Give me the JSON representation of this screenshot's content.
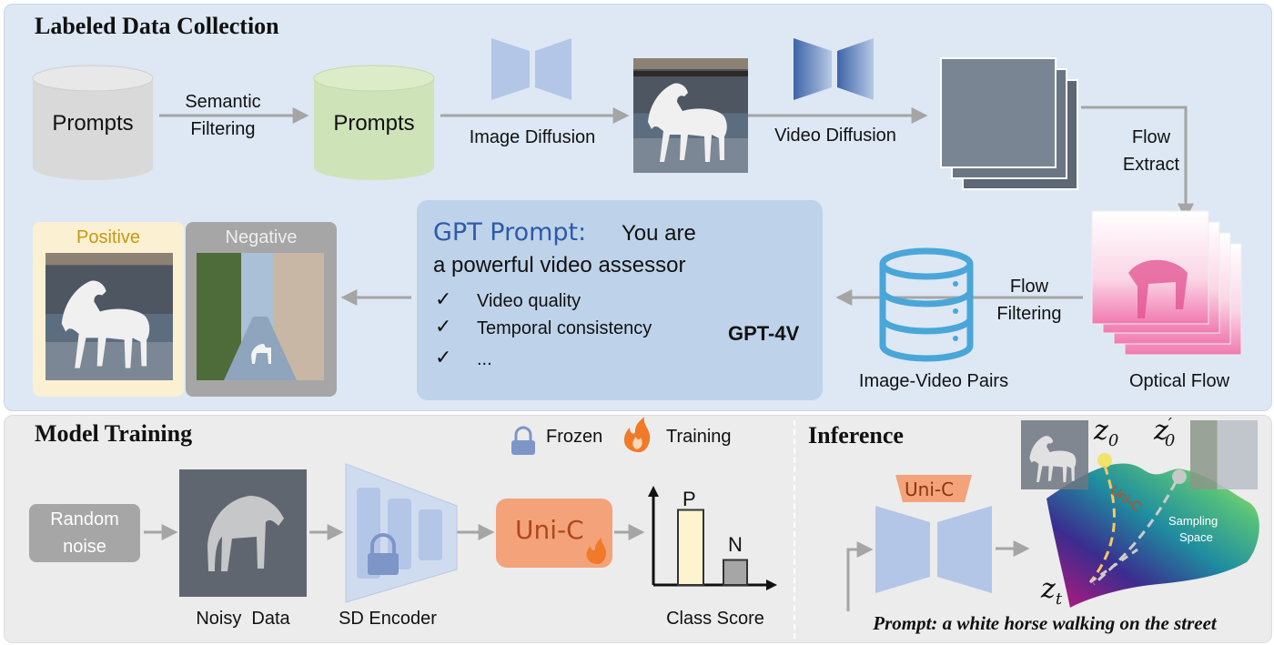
{
  "sections": {
    "labeled_title": "Labeled Data Collection",
    "training_title": "Model Training",
    "inference_title": "Inference"
  },
  "pipeline": {
    "prompts_left": "Prompts",
    "semantic_filtering": [
      "Semantic",
      "Filtering"
    ],
    "prompts_right": "Prompts",
    "image_diffusion": "Image Diffusion",
    "video_diffusion": "Video Diffusion",
    "flow_extract": [
      "Flow",
      "Extract"
    ],
    "optical_flow": "Optical Flow",
    "flow_filtering": [
      "Flow",
      "Filtering"
    ],
    "image_video_pairs": "Image-Video Pairs",
    "positive": "Positive",
    "negative": "Negative"
  },
  "gpt_box": {
    "prompt_title": "GPT Prompt:",
    "prompt_line1": "You are",
    "prompt_line2": "a powerful video assessor",
    "checks": [
      "Video quality",
      "Temporal consistency",
      "..."
    ],
    "model": "GPT-4V"
  },
  "training": {
    "frozen": "Frozen",
    "training": "Training",
    "random_noise": [
      "Random",
      "noise"
    ],
    "noisy_data": "Noisy  Data",
    "sd_encoder": "SD Encoder",
    "unic": "Uni-C",
    "class_score": "Class Score",
    "bar_p": "P",
    "bar_n": "N"
  },
  "inference": {
    "unic": "Uni-C",
    "unic_path": "Uni-C",
    "sampling_space": [
      "Sampling",
      "Space"
    ],
    "z0": "z",
    "z0_sub": "0",
    "z0p_sub": "0",
    "zt_sub": "t",
    "prompt": "Prompt: a white horse walking on the street"
  },
  "colors": {
    "top_panel": "#dde8f4",
    "bottom_panel": "#ececec",
    "cyl_gray": "#d9d9d9",
    "cyl_green": "#cfe3b8",
    "gpt_box": "#bed3ea",
    "unic_orange": "#f4a27a",
    "positive_bg": "#fbf0d2",
    "negative_bg": "#a6a6a6",
    "db_blue": "#4aa6d8",
    "arrow_gray": "#a5a5a5"
  },
  "chart_data": {
    "type": "bar",
    "categories": [
      "P",
      "N"
    ],
    "values": [
      0.75,
      0.25
    ],
    "title": "",
    "xlabel": "Class Score",
    "ylabel": ""
  }
}
